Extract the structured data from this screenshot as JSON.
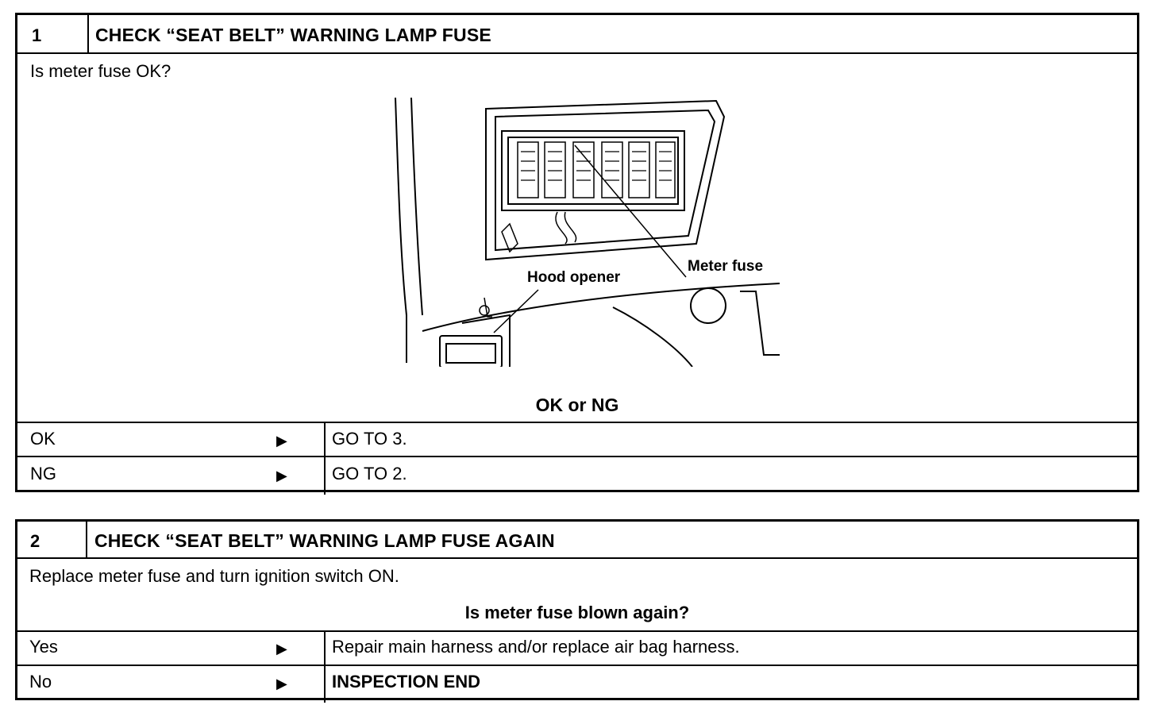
{
  "step1": {
    "number": "1",
    "title": "CHECK “SEAT BELT” WARNING LAMP FUSE",
    "question": "Is meter fuse OK?",
    "figure_labels": {
      "meter_fuse": "Meter fuse",
      "hood_opener": "Hood opener"
    },
    "result_heading": "OK or NG",
    "results": [
      {
        "condition": "OK",
        "action": "GO TO 3."
      },
      {
        "condition": "NG",
        "action": "GO TO 2."
      }
    ]
  },
  "step2": {
    "number": "2",
    "title": "CHECK “SEAT BELT” WARNING LAMP FUSE AGAIN",
    "instruction": "Replace meter fuse and turn ignition switch ON.",
    "result_heading": "Is meter fuse blown again?",
    "results": [
      {
        "condition": "Yes",
        "action": "Repair main harness and/or replace air bag harness."
      },
      {
        "condition": "No",
        "action": "INSPECTION END"
      }
    ]
  },
  "arrow_glyph": "▶"
}
